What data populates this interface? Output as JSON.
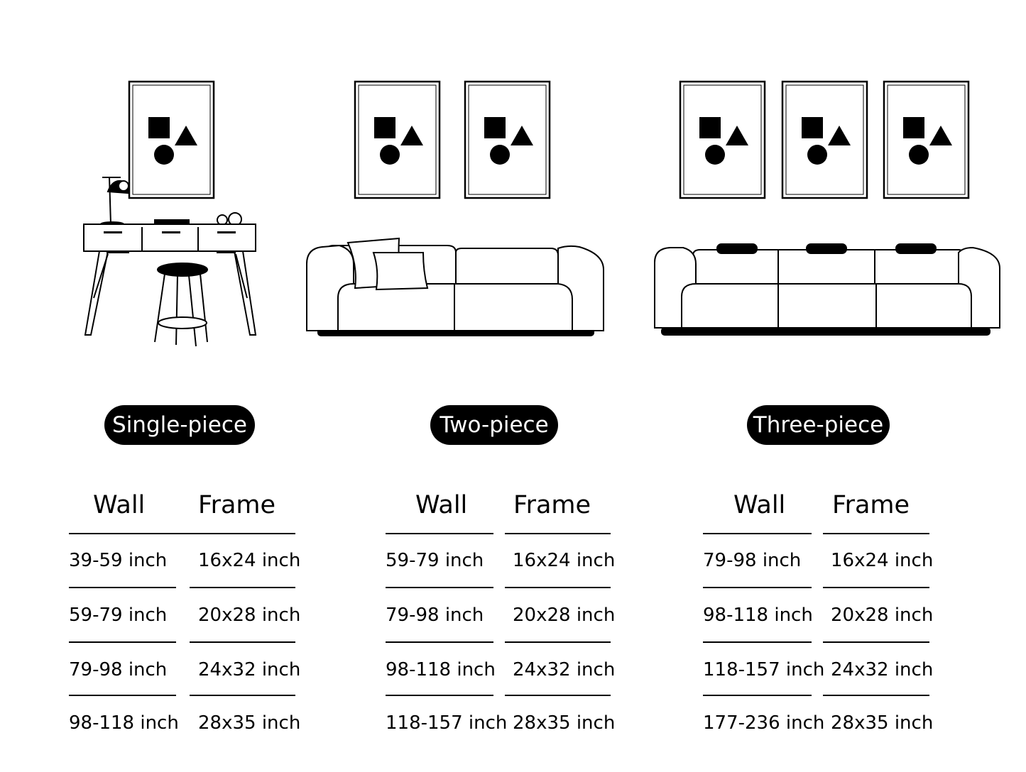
{
  "sections": [
    {
      "label": "Single-piece",
      "wall_header": "Wall",
      "frame_header": "Frame",
      "rows": [
        {
          "wall": "39-59 inch",
          "frame": "16x24 inch"
        },
        {
          "wall": "59-79 inch",
          "frame": "20x28 inch"
        },
        {
          "wall": "79-98 inch",
          "frame": "24x32 inch"
        },
        {
          "wall": "98-118 inch",
          "frame": "28x35 inch"
        }
      ]
    },
    {
      "label": "Two-piece",
      "wall_header": "Wall",
      "frame_header": "Frame",
      "rows": [
        {
          "wall": "59-79 inch",
          "frame": "16x24 inch"
        },
        {
          "wall": "79-98 inch",
          "frame": "20x28 inch"
        },
        {
          "wall": "98-118 inch",
          "frame": "24x32 inch"
        },
        {
          "wall": "118-157 inch",
          "frame": "28x35 inch"
        }
      ]
    },
    {
      "label": "Three-piece",
      "wall_header": "Wall",
      "frame_header": "Frame",
      "rows": [
        {
          "wall": "79-98 inch",
          "frame": "16x24 inch"
        },
        {
          "wall": "98-118 inch",
          "frame": "20x28 inch"
        },
        {
          "wall": "118-157 inch",
          "frame": "24x32 inch"
        },
        {
          "wall": "177-236 inch",
          "frame": "28x35 inch"
        }
      ]
    }
  ],
  "colors": {
    "ink": "#000000",
    "background": "#ffffff"
  }
}
